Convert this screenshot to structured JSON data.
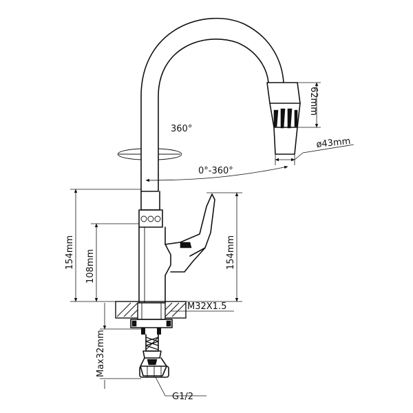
{
  "labels": {
    "rotation_top": "360°",
    "spout_swivel": "0°-360°",
    "aerator_height": "62mm",
    "aerator_diameter": "ø43mm",
    "total_height_left": "154mm",
    "handle_height": "108mm",
    "total_height_right": "154mm",
    "thread": "M32X1.5",
    "max_length": "Max32mm",
    "connector": "G1/2"
  },
  "colors": {
    "line": "#111111",
    "background": "#ffffff"
  }
}
